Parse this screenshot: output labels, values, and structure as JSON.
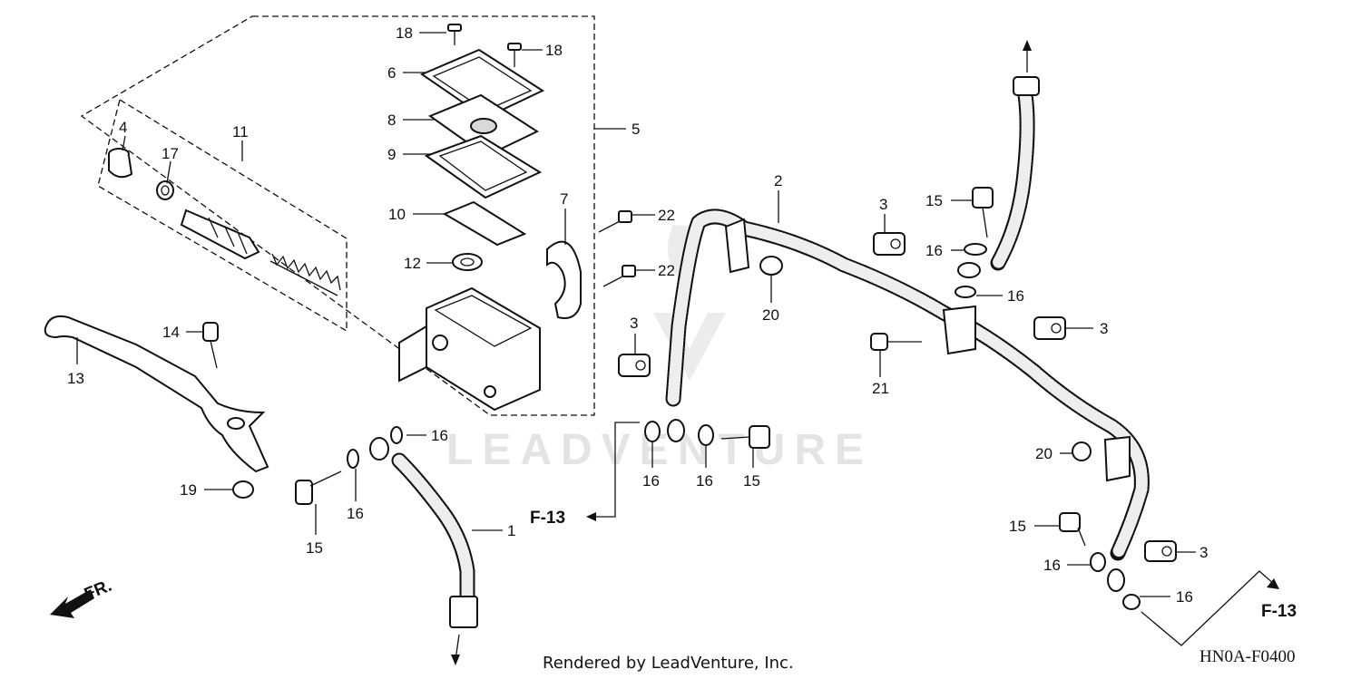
{
  "diagram": {
    "callouts": [
      {
        "id": "c18a",
        "label": "18"
      },
      {
        "id": "c18b",
        "label": "18"
      },
      {
        "id": "c6",
        "label": "6"
      },
      {
        "id": "c8",
        "label": "8"
      },
      {
        "id": "c9",
        "label": "9"
      },
      {
        "id": "c5",
        "label": "5"
      },
      {
        "id": "c4",
        "label": "4"
      },
      {
        "id": "c11",
        "label": "11"
      },
      {
        "id": "c17",
        "label": "17"
      },
      {
        "id": "c10",
        "label": "10"
      },
      {
        "id": "c7",
        "label": "7"
      },
      {
        "id": "c12",
        "label": "12"
      },
      {
        "id": "c14",
        "label": "14"
      },
      {
        "id": "c13",
        "label": "13"
      },
      {
        "id": "c19",
        "label": "19"
      },
      {
        "id": "c16a",
        "label": "16"
      },
      {
        "id": "c15a",
        "label": "15"
      },
      {
        "id": "c16b",
        "label": "16"
      },
      {
        "id": "c1",
        "label": "1"
      },
      {
        "id": "c22a",
        "label": "22"
      },
      {
        "id": "c22b",
        "label": "22"
      },
      {
        "id": "c3a",
        "label": "3"
      },
      {
        "id": "c16c",
        "label": "16"
      },
      {
        "id": "c16d",
        "label": "16"
      },
      {
        "id": "c15b",
        "label": "15"
      },
      {
        "id": "c2",
        "label": "2"
      },
      {
        "id": "c20a",
        "label": "20"
      },
      {
        "id": "c3b",
        "label": "3"
      },
      {
        "id": "c21",
        "label": "21"
      },
      {
        "id": "c15c",
        "label": "15"
      },
      {
        "id": "c16e",
        "label": "16"
      },
      {
        "id": "c16f",
        "label": "16"
      },
      {
        "id": "c3c",
        "label": "3"
      },
      {
        "id": "c20b",
        "label": "20"
      },
      {
        "id": "c15d",
        "label": "15"
      },
      {
        "id": "c16g",
        "label": "16"
      },
      {
        "id": "c3d",
        "label": "3"
      },
      {
        "id": "c16h",
        "label": "16"
      }
    ],
    "ref_left": "F-13",
    "ref_right": "F-13",
    "direction_label": "FR.",
    "watermark": "LEADVENTURE",
    "footer": "Rendered by LeadVenture, Inc.",
    "diagram_code": "HN0A-F0400"
  }
}
